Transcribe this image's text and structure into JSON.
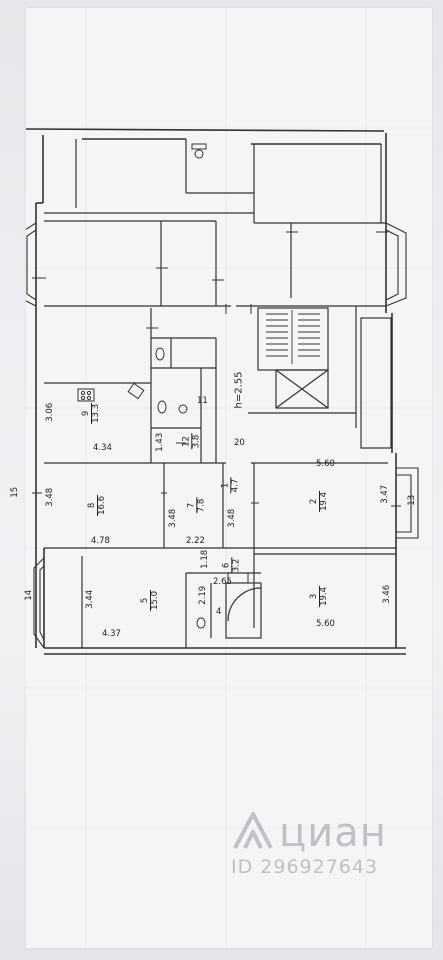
{
  "plan": {
    "ceiling_label": "h=2.55",
    "rooms": [
      {
        "id": "room-1",
        "number": "1",
        "area": "4.7"
      },
      {
        "id": "room-2",
        "number": "2",
        "area": "19.4"
      },
      {
        "id": "room-3",
        "number": "3",
        "area": "19.4"
      },
      {
        "id": "room-4",
        "number": "4",
        "area": ""
      },
      {
        "id": "room-5",
        "number": "5",
        "area": "15.0"
      },
      {
        "id": "room-6",
        "number": "6",
        "area": "3.2"
      },
      {
        "id": "room-7",
        "number": "7",
        "area": "7.8"
      },
      {
        "id": "room-8",
        "number": "8",
        "area": "16.6"
      },
      {
        "id": "room-9",
        "number": "9",
        "area": "13.3"
      },
      {
        "id": "room-11",
        "number": "11",
        "area": ""
      },
      {
        "id": "room-12",
        "number": "12",
        "area": "3.8"
      }
    ],
    "dimensions": {
      "d_5_60_top": "5.60",
      "d_5_60_bottom": "5.60",
      "d_3_47": "3.47",
      "d_3_46": "3.46",
      "d_4_34": "4.34",
      "d_3_06": "3.06",
      "d_3_48_a": "3.48",
      "d_3_48_b": "3.48",
      "d_3_48_c": "3.48",
      "d_4_78": "4.78",
      "d_2_22": "2.22",
      "d_1_43": "1.43",
      "d_1_18": "1.18",
      "d_2_65": "2.65",
      "d_2_19": "2.19",
      "d_3_44": "3.44",
      "d_4_37": "4.37",
      "d_20": "20"
    },
    "balconies": {
      "b13": "13",
      "b14": "14",
      "b15": "15"
    }
  },
  "watermark": {
    "brand": "циан",
    "listing_id": "ID 296927643"
  }
}
